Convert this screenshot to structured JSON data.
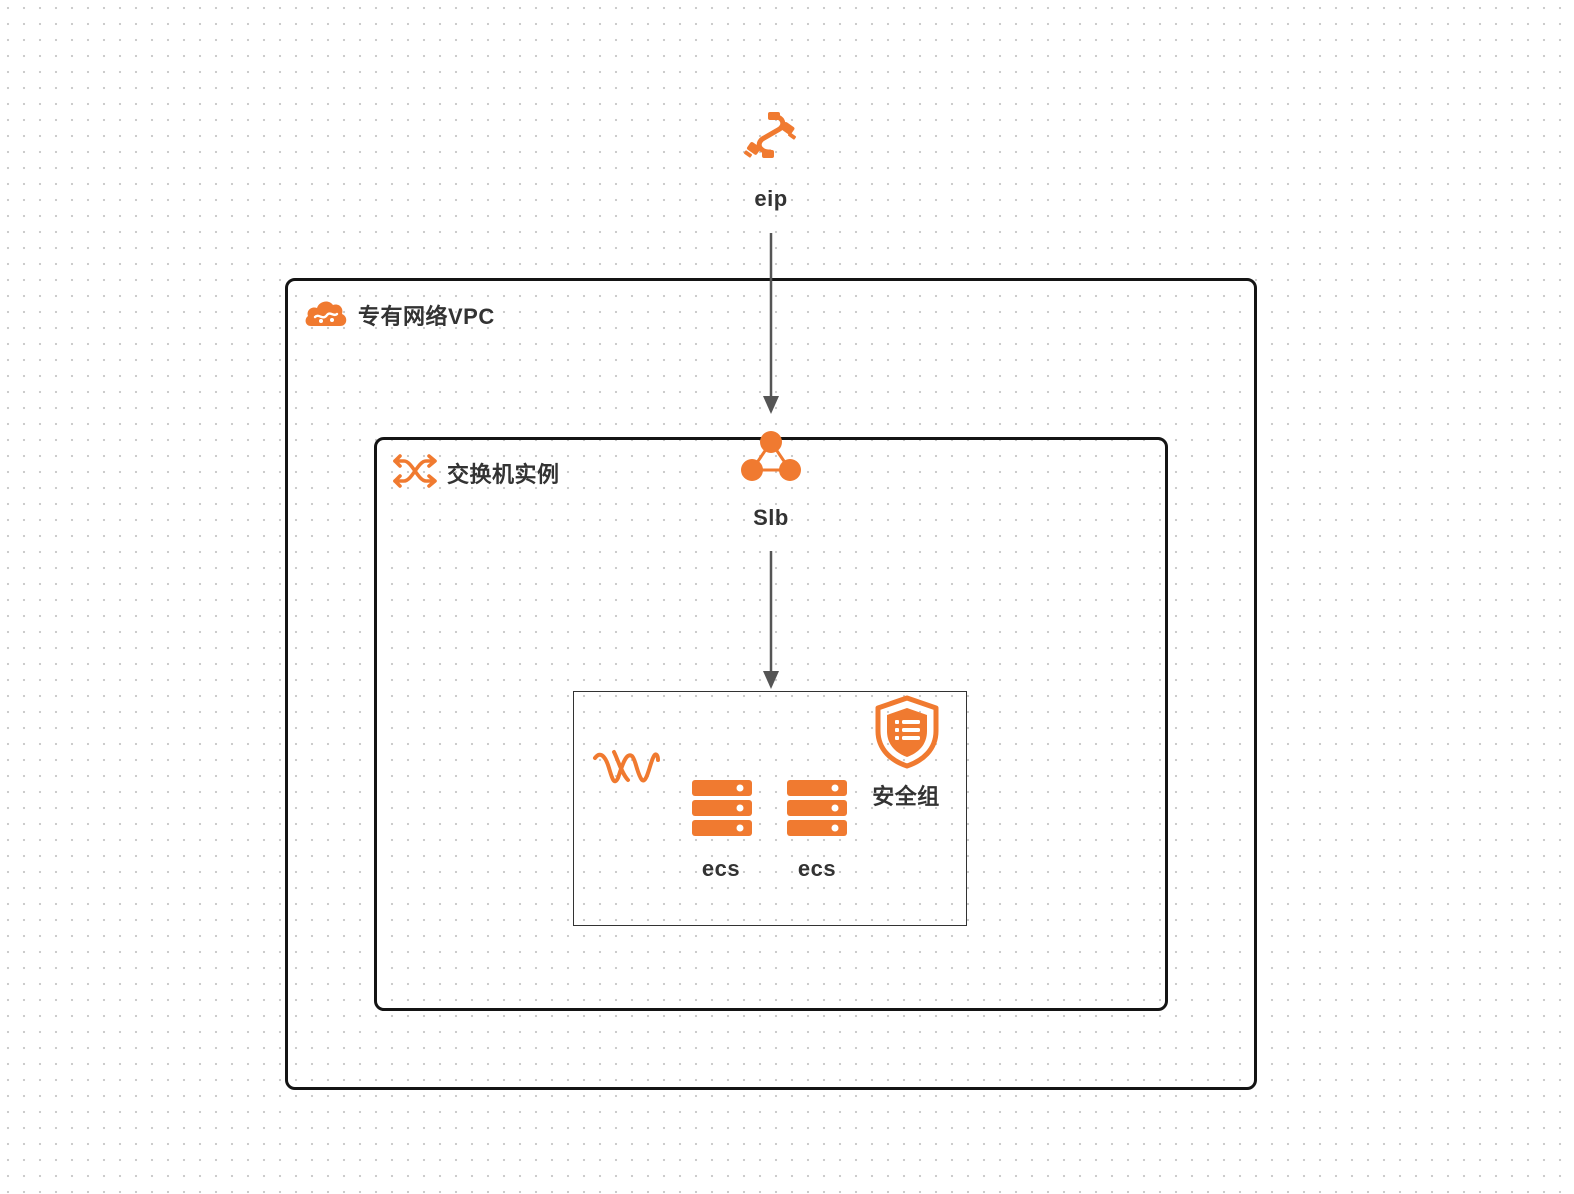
{
  "colors": {
    "accent": "#f07a30",
    "border": "#141414",
    "arrow": "#555555",
    "text": "#333333"
  },
  "nodes": {
    "eip": {
      "label": "eip",
      "icon": "eip-connector-icon"
    },
    "slb": {
      "label": "Slb",
      "icon": "slb-triangle-icon"
    },
    "ecs_1": {
      "label": "ecs",
      "icon": "server-stack-icon"
    },
    "ecs_2": {
      "label": "ecs",
      "icon": "server-stack-icon"
    }
  },
  "groups": {
    "vpc": {
      "label": "专有网络VPC",
      "icon": "cloud-icon"
    },
    "vswitch": {
      "label": "交换机实例",
      "icon": "switch-shuffle-icon"
    },
    "security_group": {
      "label": "安全组",
      "icon": "shield-list-icon",
      "secondary_icon": "wave-icon"
    }
  },
  "edges": [
    {
      "from": "eip",
      "to": "slb"
    },
    {
      "from": "slb",
      "to": "ecs_group"
    }
  ]
}
